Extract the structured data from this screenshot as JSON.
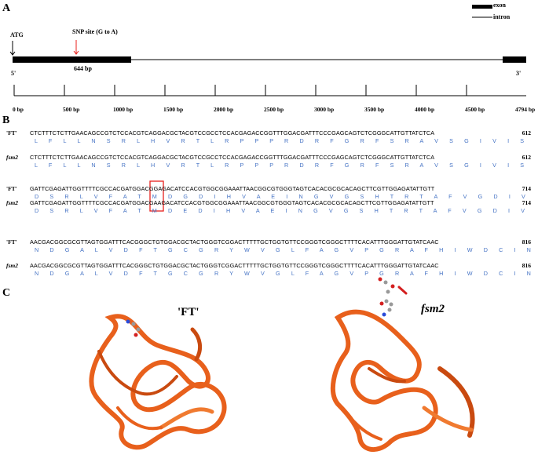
{
  "panels": {
    "a": "A",
    "b": "B",
    "c": "C"
  },
  "gene_map": {
    "legend": {
      "exon": "exon",
      "intron": "intron"
    },
    "atg_label": "ATG",
    "snp_label": "SNP site (G to A)",
    "snp_pos_label": "644 bp",
    "five_prime": "5'",
    "three_prime": "3'",
    "scale_ticks": [
      "0 bp",
      "500 bp",
      "1000 bp",
      "1500 bp",
      "2000 bp",
      "2500 bp",
      "3000 bp",
      "3500 bp",
      "4000 bp",
      "4500 bp",
      "4794 bp"
    ],
    "colors": {
      "snp_arrow": "#e8201c",
      "exon": "#000000"
    }
  },
  "alignment": {
    "blocks": [
      {
        "ft_label": "'FT'",
        "ft_seq": "CTCTTTCTCTTGAACAGCCGTCTCCACGTCAGGACGCTACGTCCGCCTCCACGAGACCGGTTTGGACGATTTCCCGAGCAGTCTCGGGCATTGTTATCTCA",
        "ft_aa": "L F L L N S R L H V R T L R P P P R D R F G R F S R A V S G I V I S",
        "fsm_label": "fsm2",
        "fsm_seq": "CTCTTTCTCTTGAACAGCCGTCTCCACGTCAGGACGCTACGTCCGCCTCCACGAGACCGGTTTGGACGATTTCCCGAGCAGTCTCGGGCATTGTTATCTCA",
        "fsm_aa": "L F L L N S R L H V R T L R P P P R D R F G R F S R A V S G I V I S",
        "num": "612"
      },
      {
        "ft_label": "'FT'",
        "ft_seq": "GATTCGAGATTGGTTTTCGCCACGATGGACGGAGACATCCACGTGGCGGAAATTAACGGCGTGGGTAGTCACACGCGCACAGCTTCGTTGGAGATATTGTT",
        "ft_aa": "D S R L V F A T M D G D I H V A E I N G V G S H T R T A F V G D I V",
        "fsm_label": "fsm2",
        "fsm_seq": "GATTCGAGATTGGTTTTCGCCACGATGGACGAAGACATCCACGTGGCGGAAATTAACGGCGTGGGTAGTCACACGCGCACAGCTTCGTTGGAGATATTGTT",
        "fsm_aa": "D S R L V F A T M D E D I H V A E I N G V G S H T R T A F V G D I V",
        "num": "714"
      },
      {
        "ft_label": "'FT'",
        "ft_seq": "AACGACGGCGCGTTAGTGGATTTCACGGGCTGTGGACGCTACTGGGTCGGACTTTTTGCTGGTGTTCCGGGTCGGGCTTTTCACATTTGGGATTGTATCAAC",
        "ft_aa": "N D G A L V D F T G C G R Y W V G L F A G V P G R A F H I W D C I N",
        "fsm_label": "fsm2",
        "fsm_seq": "AACGACGGCGCGTTAGTGGATTTCACGGGCTGTGGACGCTACTGGGTCGGACTTTTTGCTGGTGTTCCGGGTCGGGCTTTTCACATTTGGGATTGTATCAAC",
        "fsm_aa": "N D G A L V D F T G C G R Y W V G L F A G V P G R A F H I W D C I N",
        "num": "816"
      }
    ],
    "highlight_color": "#e8201c",
    "aa_color": "#4472c4"
  },
  "structures": {
    "left_label": "'FT'",
    "right_label": "fsm2",
    "ribbon_color": "#e8601c"
  }
}
